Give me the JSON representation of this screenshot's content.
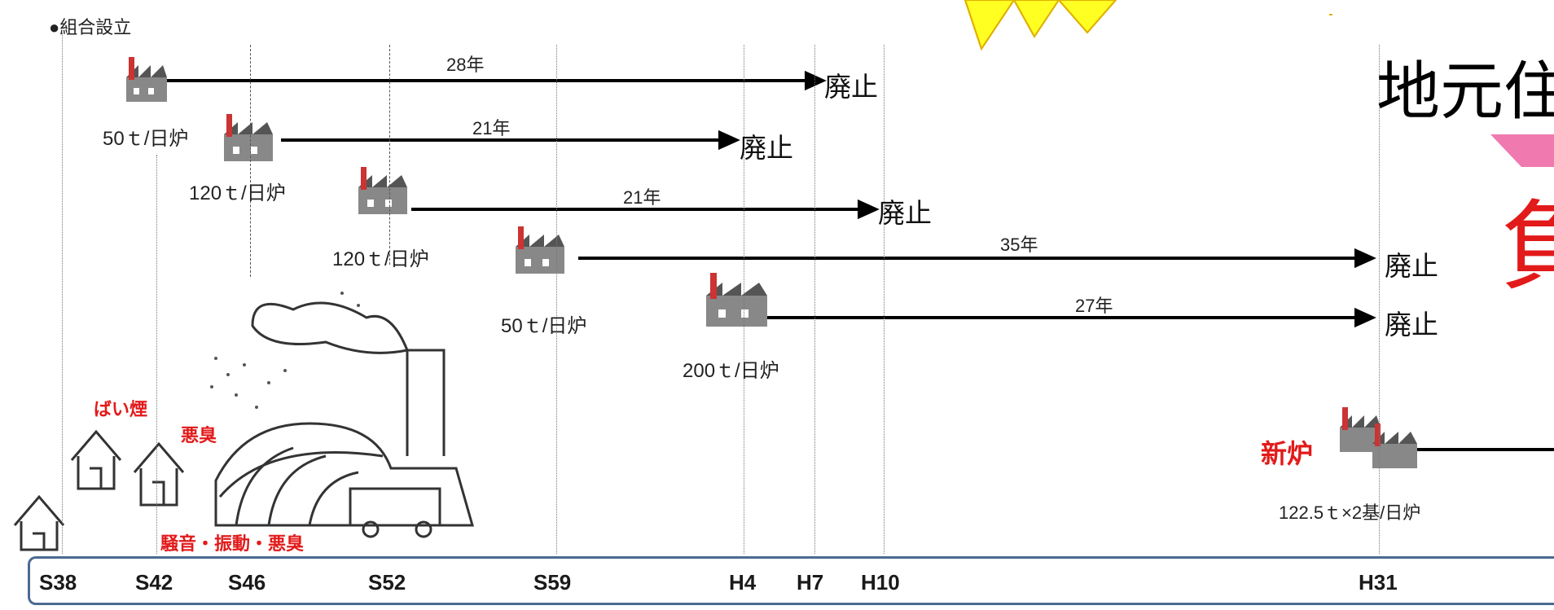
{
  "header": {
    "label": "●組合設立"
  },
  "callout": {
    "text": "地元住",
    "red_char": "負"
  },
  "timeline": {
    "ticks": [
      "S38",
      "S42",
      "S46",
      "S52",
      "S59",
      "H4",
      "H7",
      "H10",
      "H31"
    ]
  },
  "plants": [
    {
      "capacity": "50ｔ/日炉",
      "years": "28年",
      "end": "廃止"
    },
    {
      "capacity": "120ｔ/日炉",
      "years": "21年",
      "end": "廃止"
    },
    {
      "capacity": "120ｔ/日炉",
      "years": "21年",
      "end": "廃止"
    },
    {
      "capacity": "50ｔ/日炉",
      "years": "35年",
      "end": "廃止"
    },
    {
      "capacity": "200ｔ/日炉",
      "years": "27年",
      "end": "廃止"
    }
  ],
  "new_plant": {
    "label": "新炉",
    "capacity": "122.5ｔ×2基/日炉"
  },
  "issues": {
    "smoke": "ばい煙",
    "odor": "悪臭",
    "noise": "騒音・振動・悪臭"
  },
  "colors": {
    "axis_border": "#4a6a91",
    "red": "#e21a1a",
    "star": "#ffff22"
  }
}
